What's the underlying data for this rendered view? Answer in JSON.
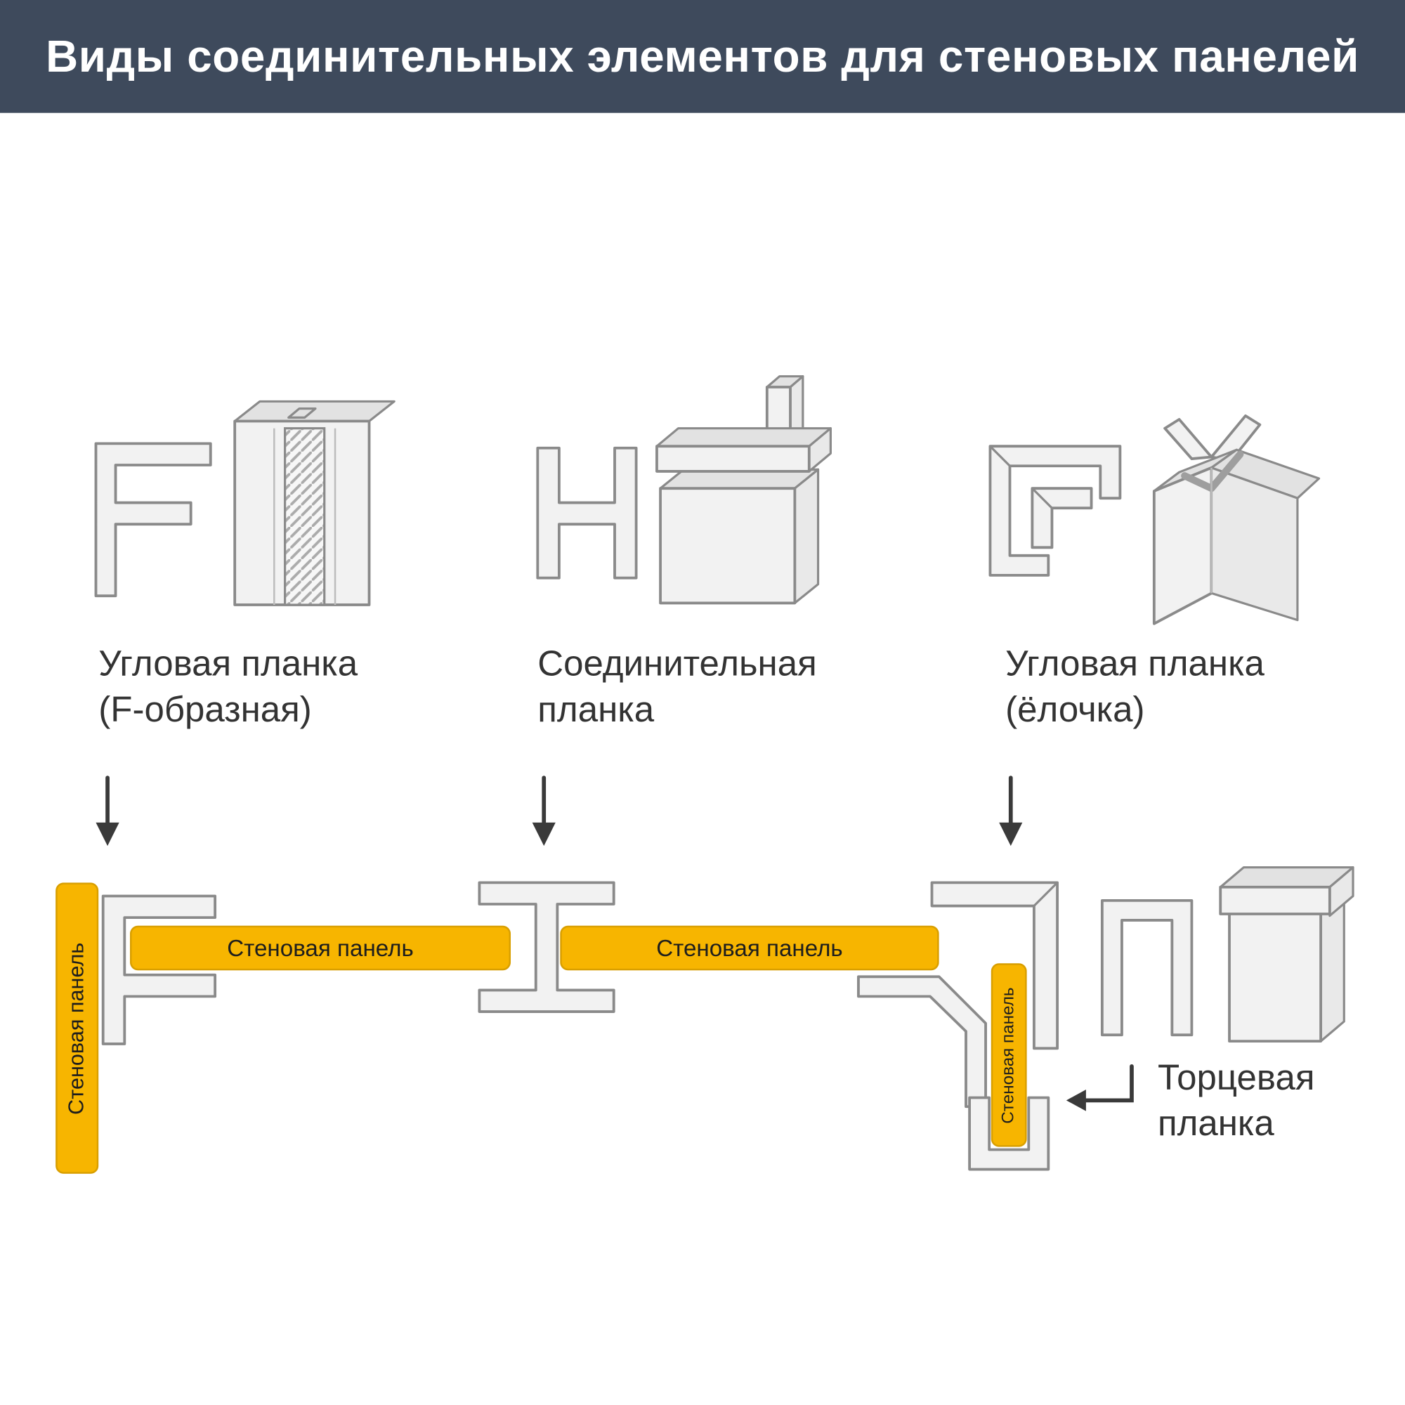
{
  "title": "Виды соединительных элементов для стеновых панелей",
  "profiles": [
    {
      "name": "f-profile",
      "label": [
        "Угловая планка",
        "(F-образная)"
      ]
    },
    {
      "name": "h-profile",
      "label": [
        "Соединительная",
        "планка"
      ]
    },
    {
      "name": "corner-profile",
      "label": [
        "Угловая планка",
        "(ёлочка)"
      ]
    }
  ],
  "end_profile": {
    "label": [
      "Торцевая",
      "планка"
    ]
  },
  "panels": {
    "left_vertical": "Стеновая панель",
    "first_horizontal": "Стеновая панель",
    "second_horizontal": "Стеновая панель",
    "right_vertical": "Стеновая панель"
  },
  "colors": {
    "header_bg": "#3E4A5C",
    "panel_yellow": "#F7B500",
    "profile_fill": "#F2F2F2",
    "profile_stroke": "#8A8A8A",
    "text_dark": "#333333",
    "arrow_color": "#3A3A3A"
  }
}
